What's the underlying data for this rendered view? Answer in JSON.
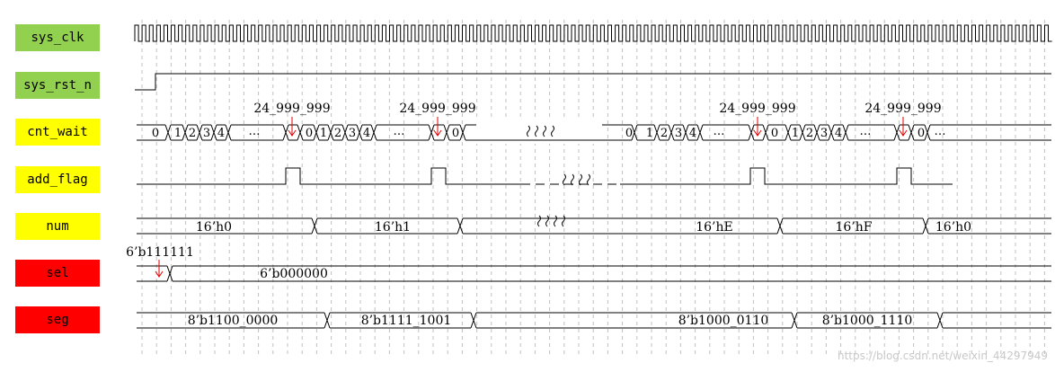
{
  "colors": {
    "green": "#92d050",
    "yellow": "#ffff00",
    "red": "#ff0000",
    "arrow": "#e00000",
    "grid": "#c0c0c0"
  },
  "signals": [
    {
      "id": "sys_clk",
      "label": "sys_clk",
      "color": "green"
    },
    {
      "id": "sys_rst_n",
      "label": "sys_rst_n",
      "color": "green"
    },
    {
      "id": "cnt_wait",
      "label": "cnt_wait",
      "color": "yellow"
    },
    {
      "id": "add_flag",
      "label": "add_flag",
      "color": "yellow"
    },
    {
      "id": "num",
      "label": "num",
      "color": "yellow"
    },
    {
      "id": "sel",
      "label": "sel",
      "color": "red"
    },
    {
      "id": "seg",
      "label": "seg",
      "color": "red"
    }
  ],
  "cnt_wait": {
    "top_values": [
      "0",
      "1",
      "2",
      "3",
      "4",
      "…",
      "0",
      "1",
      "2",
      "3",
      "4",
      "…",
      "0"
    ],
    "bottom_values": [
      "0",
      "1",
      "2",
      "3",
      "4",
      "…",
      "0",
      "1",
      "2",
      "3",
      "4",
      "…"
    ],
    "max_label": "24_999_999"
  },
  "num_values": [
    "16’h0",
    "16’h1",
    "16’hE",
    "16’hF",
    "16’h0"
  ],
  "sel": {
    "initial": "6’b111111",
    "value": "6’b000000"
  },
  "seg_values": [
    "8’b1100_0000",
    "8’b1111_1001",
    "8’b1000_0110",
    "8’b1000_1110"
  ],
  "watermark": "https://blog.csdn.net/weixin_44297949"
}
